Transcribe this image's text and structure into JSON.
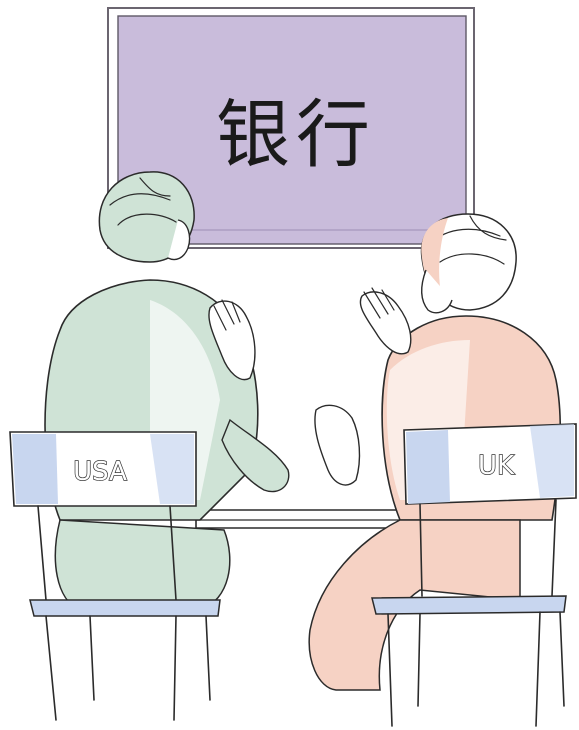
{
  "sign": {
    "text": "银行"
  },
  "chairs": {
    "left_label": "USA",
    "right_label": "UK"
  },
  "colors": {
    "sign_fill": "#c9bcdb",
    "sign_frame": "#6b6570",
    "usa_person": "#cfe3d6",
    "uk_person": "#f6d2c4",
    "chair_back": "#c8d6ef"
  }
}
